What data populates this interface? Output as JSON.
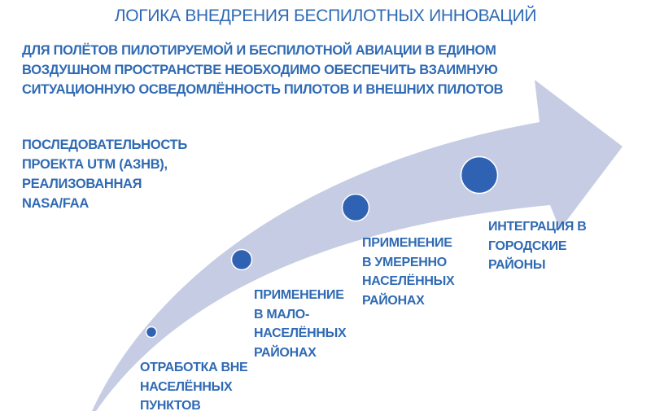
{
  "title": "ЛОГИКА ВНЕДРЕНИЯ БЕСПИЛОТНЫХ ИННОВАЦИЙ",
  "intro": "ДЛЯ ПОЛЁТОВ ПИЛОТИРУЕМОЙ И БЕСПИЛОТНОЙ АВИАЦИИ В ЕДИНОМ ВОЗДУШНОМ ПРОСТРАНСТВЕ НЕОБХОДИМО  ОБЕСПЕЧИТЬ ВЗАИМНУЮ СИТУАЦИОННУЮ ОСВЕДОМЛЁННОСТЬ ПИЛОТОВ И ВНЕШНИХ ПИЛОТОВ",
  "sequence_lines": [
    "ПОСЛЕДОВАТЕЛЬНОСТЬ",
    "ПРОЕКТА UTM (АЗНВ),",
    "РЕАЛИЗОВАННАЯ",
    "NASA/FAA"
  ],
  "stages": [
    {
      "lines": [
        "ОТРАБОТКА ВНЕ",
        "НАСЕЛЁННЫХ",
        "ПУНКТОВ"
      ]
    },
    {
      "lines": [
        "ПРИМЕНЕНИЕ",
        "В МАЛО-",
        "НАСЕЛЁННЫХ",
        "РАЙОНАХ"
      ]
    },
    {
      "lines": [
        "ПРИМЕНЕНИЕ",
        "В УМЕРЕННО",
        "НАСЕЛЁННЫХ",
        "РАЙОНАХ"
      ]
    },
    {
      "lines": [
        "ИНТЕГРАЦИЯ В",
        "ГОРОДСКИЕ",
        "РАЙОНЫ"
      ]
    }
  ],
  "colors": {
    "arrow": "#c6cce3",
    "dot": "#2f62b2",
    "text": "#2f6ab4"
  }
}
